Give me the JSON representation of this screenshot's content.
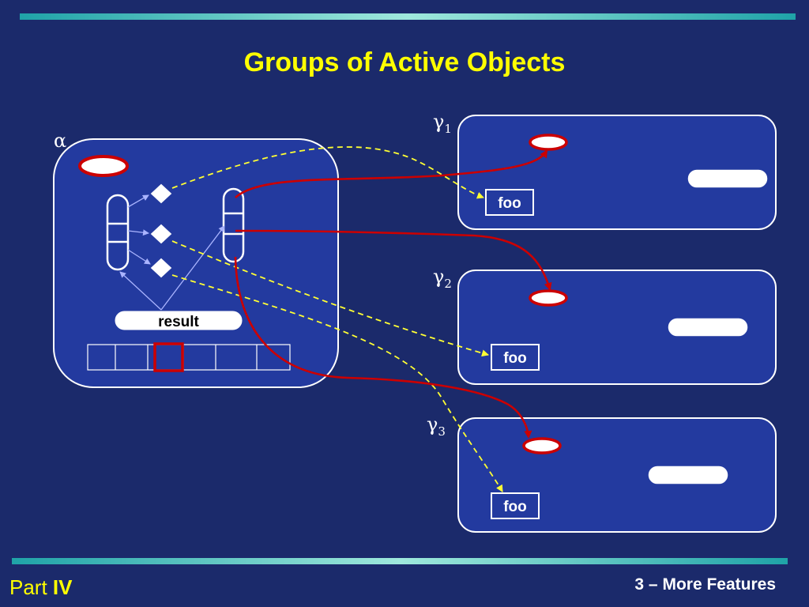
{
  "slide": {
    "title": "Groups of Active Objects",
    "footer_part_prefix": "Part ",
    "footer_part_number": "IV",
    "footer_right": "3 – More Features"
  },
  "diagram": {
    "alpha_label": "α",
    "gamma_symbol": "γ",
    "result_label": "result",
    "groups": [
      {
        "subscript": "1",
        "method_label": "foo"
      },
      {
        "subscript": "2",
        "method_label": "foo"
      },
      {
        "subscript": "3",
        "method_label": "foo"
      }
    ]
  },
  "colors": {
    "background": "#1b2a6b",
    "panel": "#233a9f",
    "title": "#ffff00",
    "request_arrow": "#cc0000",
    "method_call_arrow": "#ffff33",
    "internal_arrow": "#aab4ff"
  }
}
